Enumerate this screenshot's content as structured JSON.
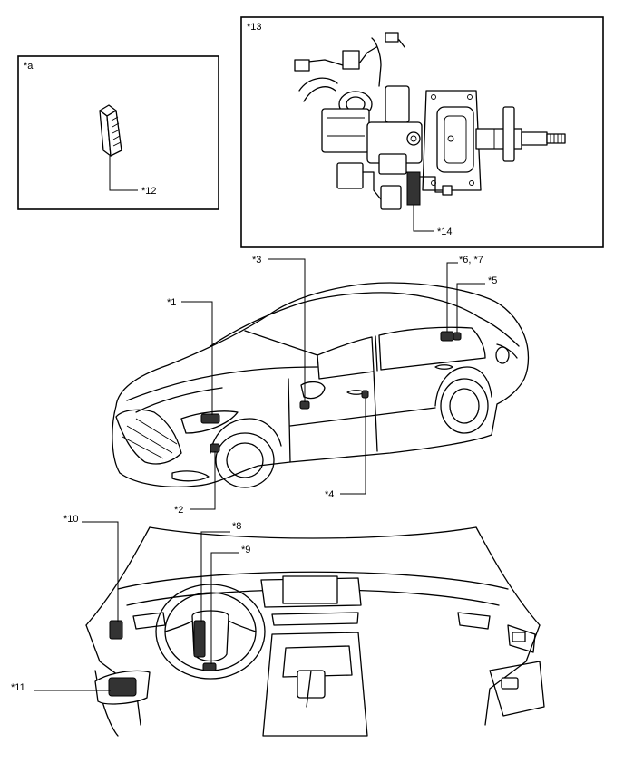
{
  "callouts": {
    "a": "*a",
    "c1": "*1",
    "c2": "*2",
    "c3": "*3",
    "c4": "*4",
    "c5": "*5",
    "c6_7": "*6, *7",
    "c8": "*8",
    "c9": "*9",
    "c10": "*10",
    "c11": "*11",
    "c12": "*12",
    "c13": "*13",
    "c14": "*14"
  },
  "icons": [
    "ecu-module-icon",
    "steering-column-assembly-icon",
    "sedan-car-icon",
    "dashboard-interior-icon"
  ]
}
